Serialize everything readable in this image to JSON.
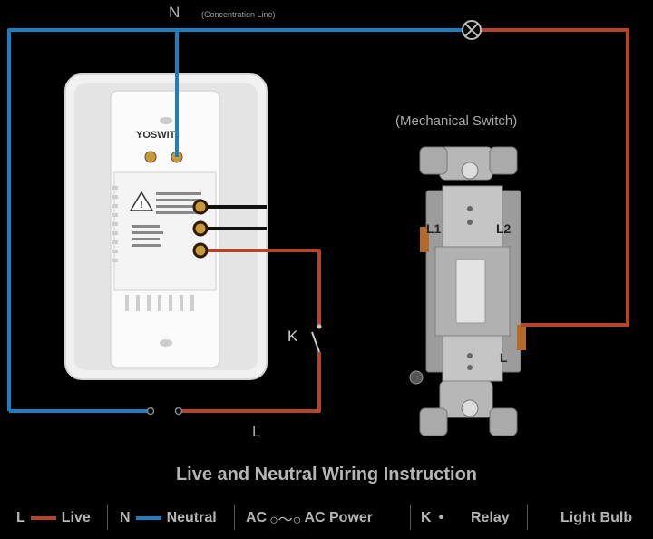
{
  "diagram": {
    "neutral_label": "N",
    "neutral_note": "(Concentration Line)",
    "mechanical_switch_label": "(Mechanical Switch)",
    "brand": "YOSWIT",
    "switch_terminal_left": "L1",
    "switch_terminal_right": "L2",
    "switch_terminal_bottom": "L",
    "relay_label": "K",
    "live_label": "L",
    "title": "Live and Neutral Wiring Instruction"
  },
  "legend": {
    "live_key": "L",
    "live_text": "Live",
    "neutral_key": "N",
    "neutral_text": "Neutral",
    "ac_key": "AC",
    "ac_symbol": "○〜○",
    "ac_text": "AC Power",
    "relay_key": "K",
    "relay_symbol": "•",
    "relay_text": "Relay",
    "bulb_text": "Light Bulb"
  },
  "colors": {
    "neutral_wire": "#1e7fc0",
    "live_wire": "#b5452a",
    "signal_wire": "#111111",
    "background": "#000000"
  }
}
